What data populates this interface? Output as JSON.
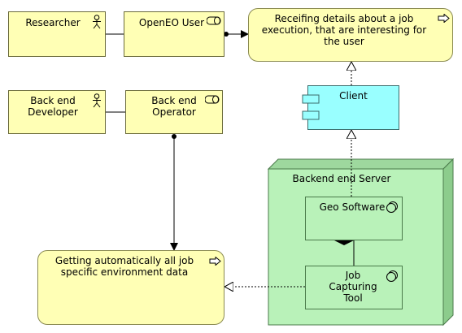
{
  "diagram": {
    "researcher": {
      "label": "Researcher",
      "icon": "actor-icon"
    },
    "openeo_user": {
      "label": "OpenEO User",
      "icon": "role-icon"
    },
    "receiving_details": {
      "label": "Receifing details about a job\nexecution, that are interesting for\nthe user",
      "icon": "service-arrow-icon"
    },
    "backend_developer": {
      "label": "Back end\nDeveloper",
      "icon": "actor-icon"
    },
    "backend_operator": {
      "label": "Back end\nOperator",
      "icon": "role-icon"
    },
    "client": {
      "label": "Client",
      "icon": "component-icon"
    },
    "backend_server": {
      "label": "Backend end Server",
      "icon": "node-icon"
    },
    "geo_software": {
      "label": "Geo Software",
      "icon": "system-software-icon"
    },
    "job_capturing_tool": {
      "label": "Job\nCapturing\nTool",
      "icon": "system-software-icon"
    },
    "getting_env_data": {
      "label": "Getting automatically all job\nspecific environment data",
      "icon": "service-arrow-icon"
    }
  },
  "colors": {
    "business": "#ffffb5",
    "application": "#99ffff",
    "technology": "#b9f2b9",
    "node_side": "#9ed89e"
  }
}
